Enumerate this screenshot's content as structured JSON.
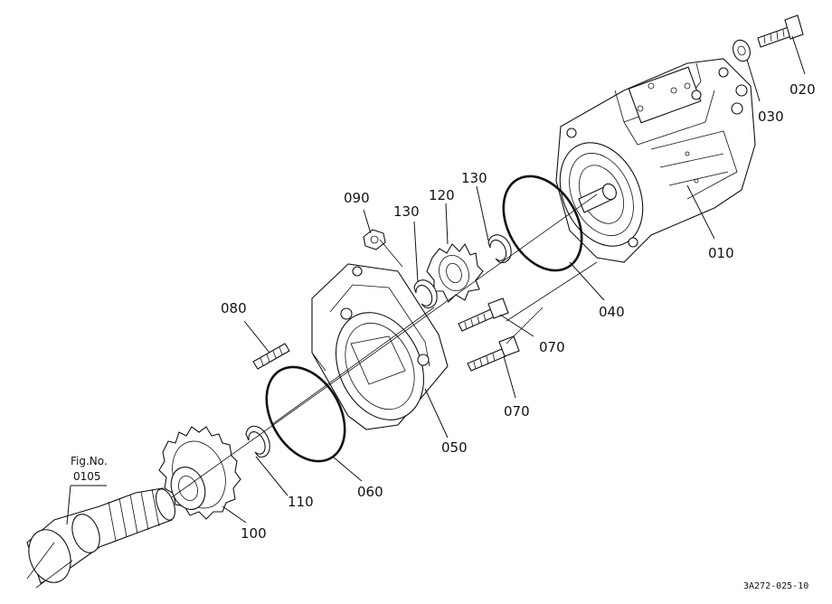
{
  "callouts": {
    "c010": "010",
    "c020": "020",
    "c030": "030",
    "c040": "040",
    "c050": "050",
    "c060": "060",
    "c070a": "070",
    "c070b": "070",
    "c080": "080",
    "c090": "090",
    "c100": "100",
    "c110": "110",
    "c120": "120",
    "c130a": "130",
    "c130b": "130"
  },
  "figure_ref": {
    "label": "Fig.No.",
    "number": "0105"
  },
  "drawing_code": "3A272-025-10"
}
